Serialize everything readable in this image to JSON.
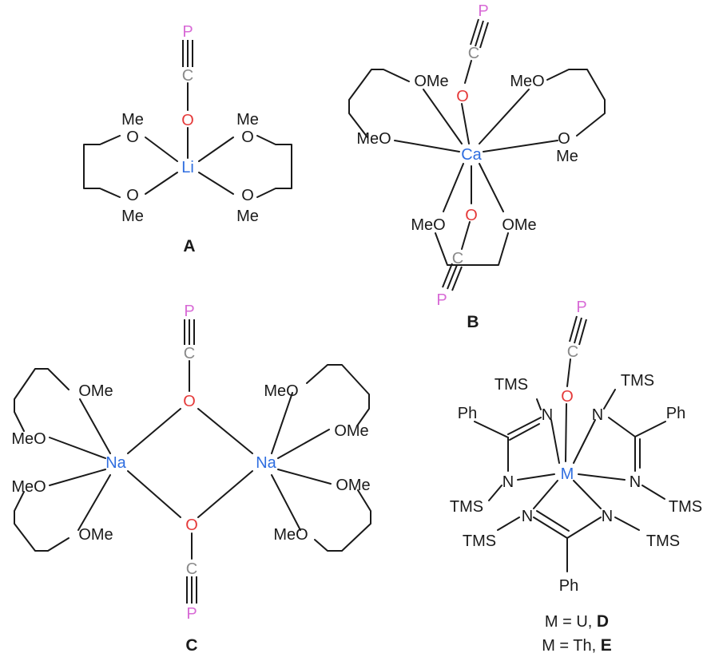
{
  "colors": {
    "phosphorus": "#d86ad6",
    "carbon": "#8a8a8a",
    "oxygen": "#e53a3a",
    "metal": "#2f6ee0",
    "bond": "#1a1a1a"
  },
  "atoms": {
    "P": "P",
    "C": "C",
    "O": "O",
    "N": "N"
  },
  "groups": {
    "OMe": "OMe",
    "MeO": "MeO",
    "Me": "Me",
    "Ph": "Ph",
    "TMS": "TMS"
  },
  "structures": {
    "A": {
      "caption": "A",
      "metal": "Li"
    },
    "B": {
      "caption": "B",
      "metal": "Ca"
    },
    "C": {
      "caption": "C",
      "metal": "Na"
    },
    "D": {
      "metal": "M",
      "caption_line1": "M = U, ",
      "caption_line1_bold": "D",
      "caption_line2": "M = Th, ",
      "caption_line2_bold": "E"
    }
  }
}
